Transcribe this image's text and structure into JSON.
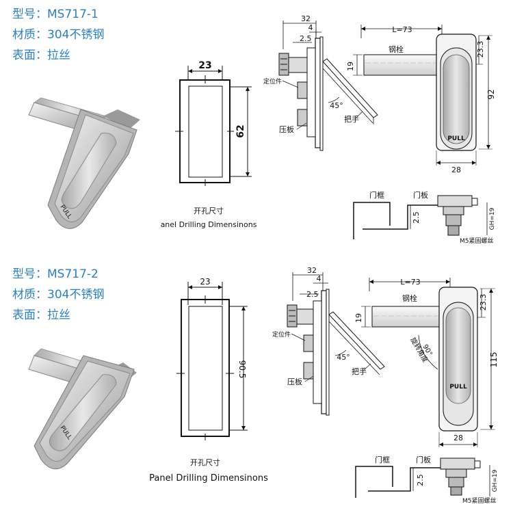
{
  "sections": [
    {
      "specs": [
        "型号：MS717-1",
        "材质：304不锈钢",
        "表面：拉丝"
      ],
      "product_pull": "PULL",
      "cutout": {
        "width": "23",
        "height": "62",
        "caption_cn": "开孔尺寸",
        "caption_en": "anel Drilling Dimensinons"
      },
      "side": {
        "d32": "32",
        "d4": "4",
        "d25": "2.5",
        "locator": "定位件",
        "angle": "45°",
        "press_plate": "压板",
        "handle": "把手"
      },
      "front": {
        "length": "L=73",
        "bolt": "钢栓",
        "d19": "19",
        "d233": "23.3",
        "height": "92",
        "width": "28",
        "pull": "PULL"
      },
      "install": {
        "frame": "门框",
        "panel": "门板",
        "d25": "2.5",
        "gh": "GH=19",
        "screw": "M5紧固螺丝"
      }
    },
    {
      "specs": [
        "型号：MS717-2",
        "材质：304不锈钢",
        "表面：拉丝"
      ],
      "product_pull": "PULL",
      "cutout": {
        "width": "23",
        "height": "90.5",
        "caption_cn": "开孔尺寸",
        "caption_en": "Panel Drilling Dimensinons"
      },
      "side": {
        "d32": "32",
        "d4": "4",
        "d25": "2.5",
        "locator": "定位件",
        "angle": "45°",
        "press_plate": "压板",
        "handle": "把手"
      },
      "front": {
        "length": "L=73",
        "bolt": "钢栓",
        "d19": "19",
        "d233": "23.3",
        "height": "115",
        "width": "28",
        "pull": "PULL",
        "rotate_angle": "90°",
        "rotate_label": "旋转角度"
      },
      "install": {
        "frame": "门框",
        "panel": "门板",
        "d25": "2.5",
        "gh": "GH=19",
        "screw": "M5紧固螺丝"
      }
    }
  ],
  "colors": {
    "spec_text": "#2a7fc9",
    "line": "#111111",
    "metal_light": "#e4e4e4",
    "metal_mid": "#bdbdbd",
    "metal_dark": "#8c8c8c"
  }
}
